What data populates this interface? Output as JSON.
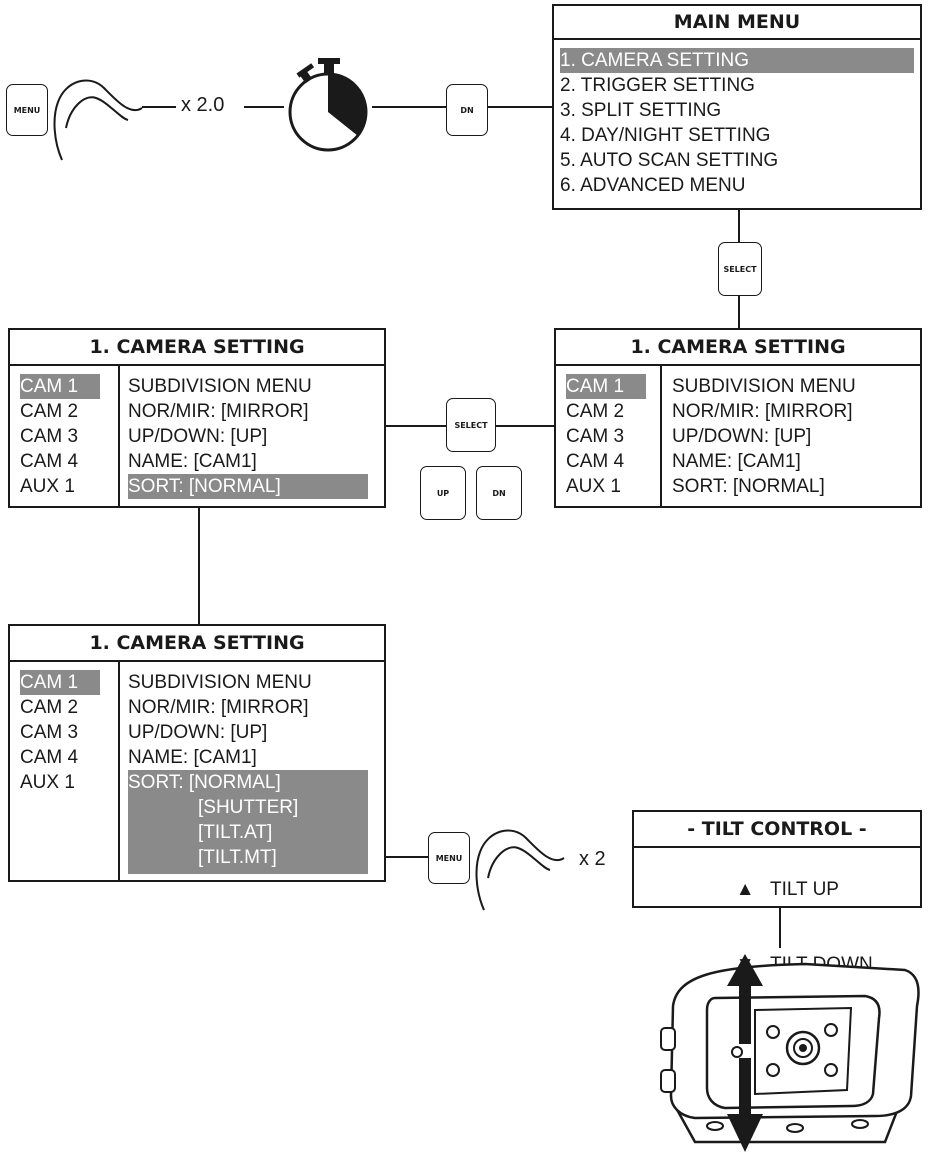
{
  "flow": {
    "press_count_1": "x 2.0",
    "press_count_2": "x 2"
  },
  "buttons": {
    "menu": "MENU",
    "dn": "DN",
    "select": "SELECT",
    "up": "UP"
  },
  "main_menu": {
    "title": "MAIN MENU",
    "items": [
      "1. CAMERA SETTING",
      "2. TRIGGER SETTING",
      "3. SPLIT SETTING",
      "4. DAY/NIGHT SETTING",
      "5. AUTO SCAN SETTING",
      "6. ADVANCED MENU"
    ]
  },
  "camera_setting": {
    "title": "1. CAMERA SETTING",
    "cams": [
      "CAM 1",
      "CAM 2",
      "CAM 3",
      "CAM 4",
      "AUX 1"
    ],
    "options": [
      "SUBDIVISION MENU",
      "NOR/MIR: [MIRROR]",
      "UP/DOWN: [UP]",
      "NAME: [CAM1]",
      "SORT: [NORMAL]"
    ],
    "sort_choices": [
      "[SHUTTER]",
      "[TILT.AT]",
      "[TILT.MT]"
    ]
  },
  "tilt": {
    "title": "- TILT CONTROL -",
    "up": "TILT UP",
    "down": "TILT DOWN",
    "up_symbol": "▲",
    "down_symbol": "▼"
  },
  "colors": {
    "highlight": "#8a8a8a",
    "line": "#1a1a1a"
  }
}
